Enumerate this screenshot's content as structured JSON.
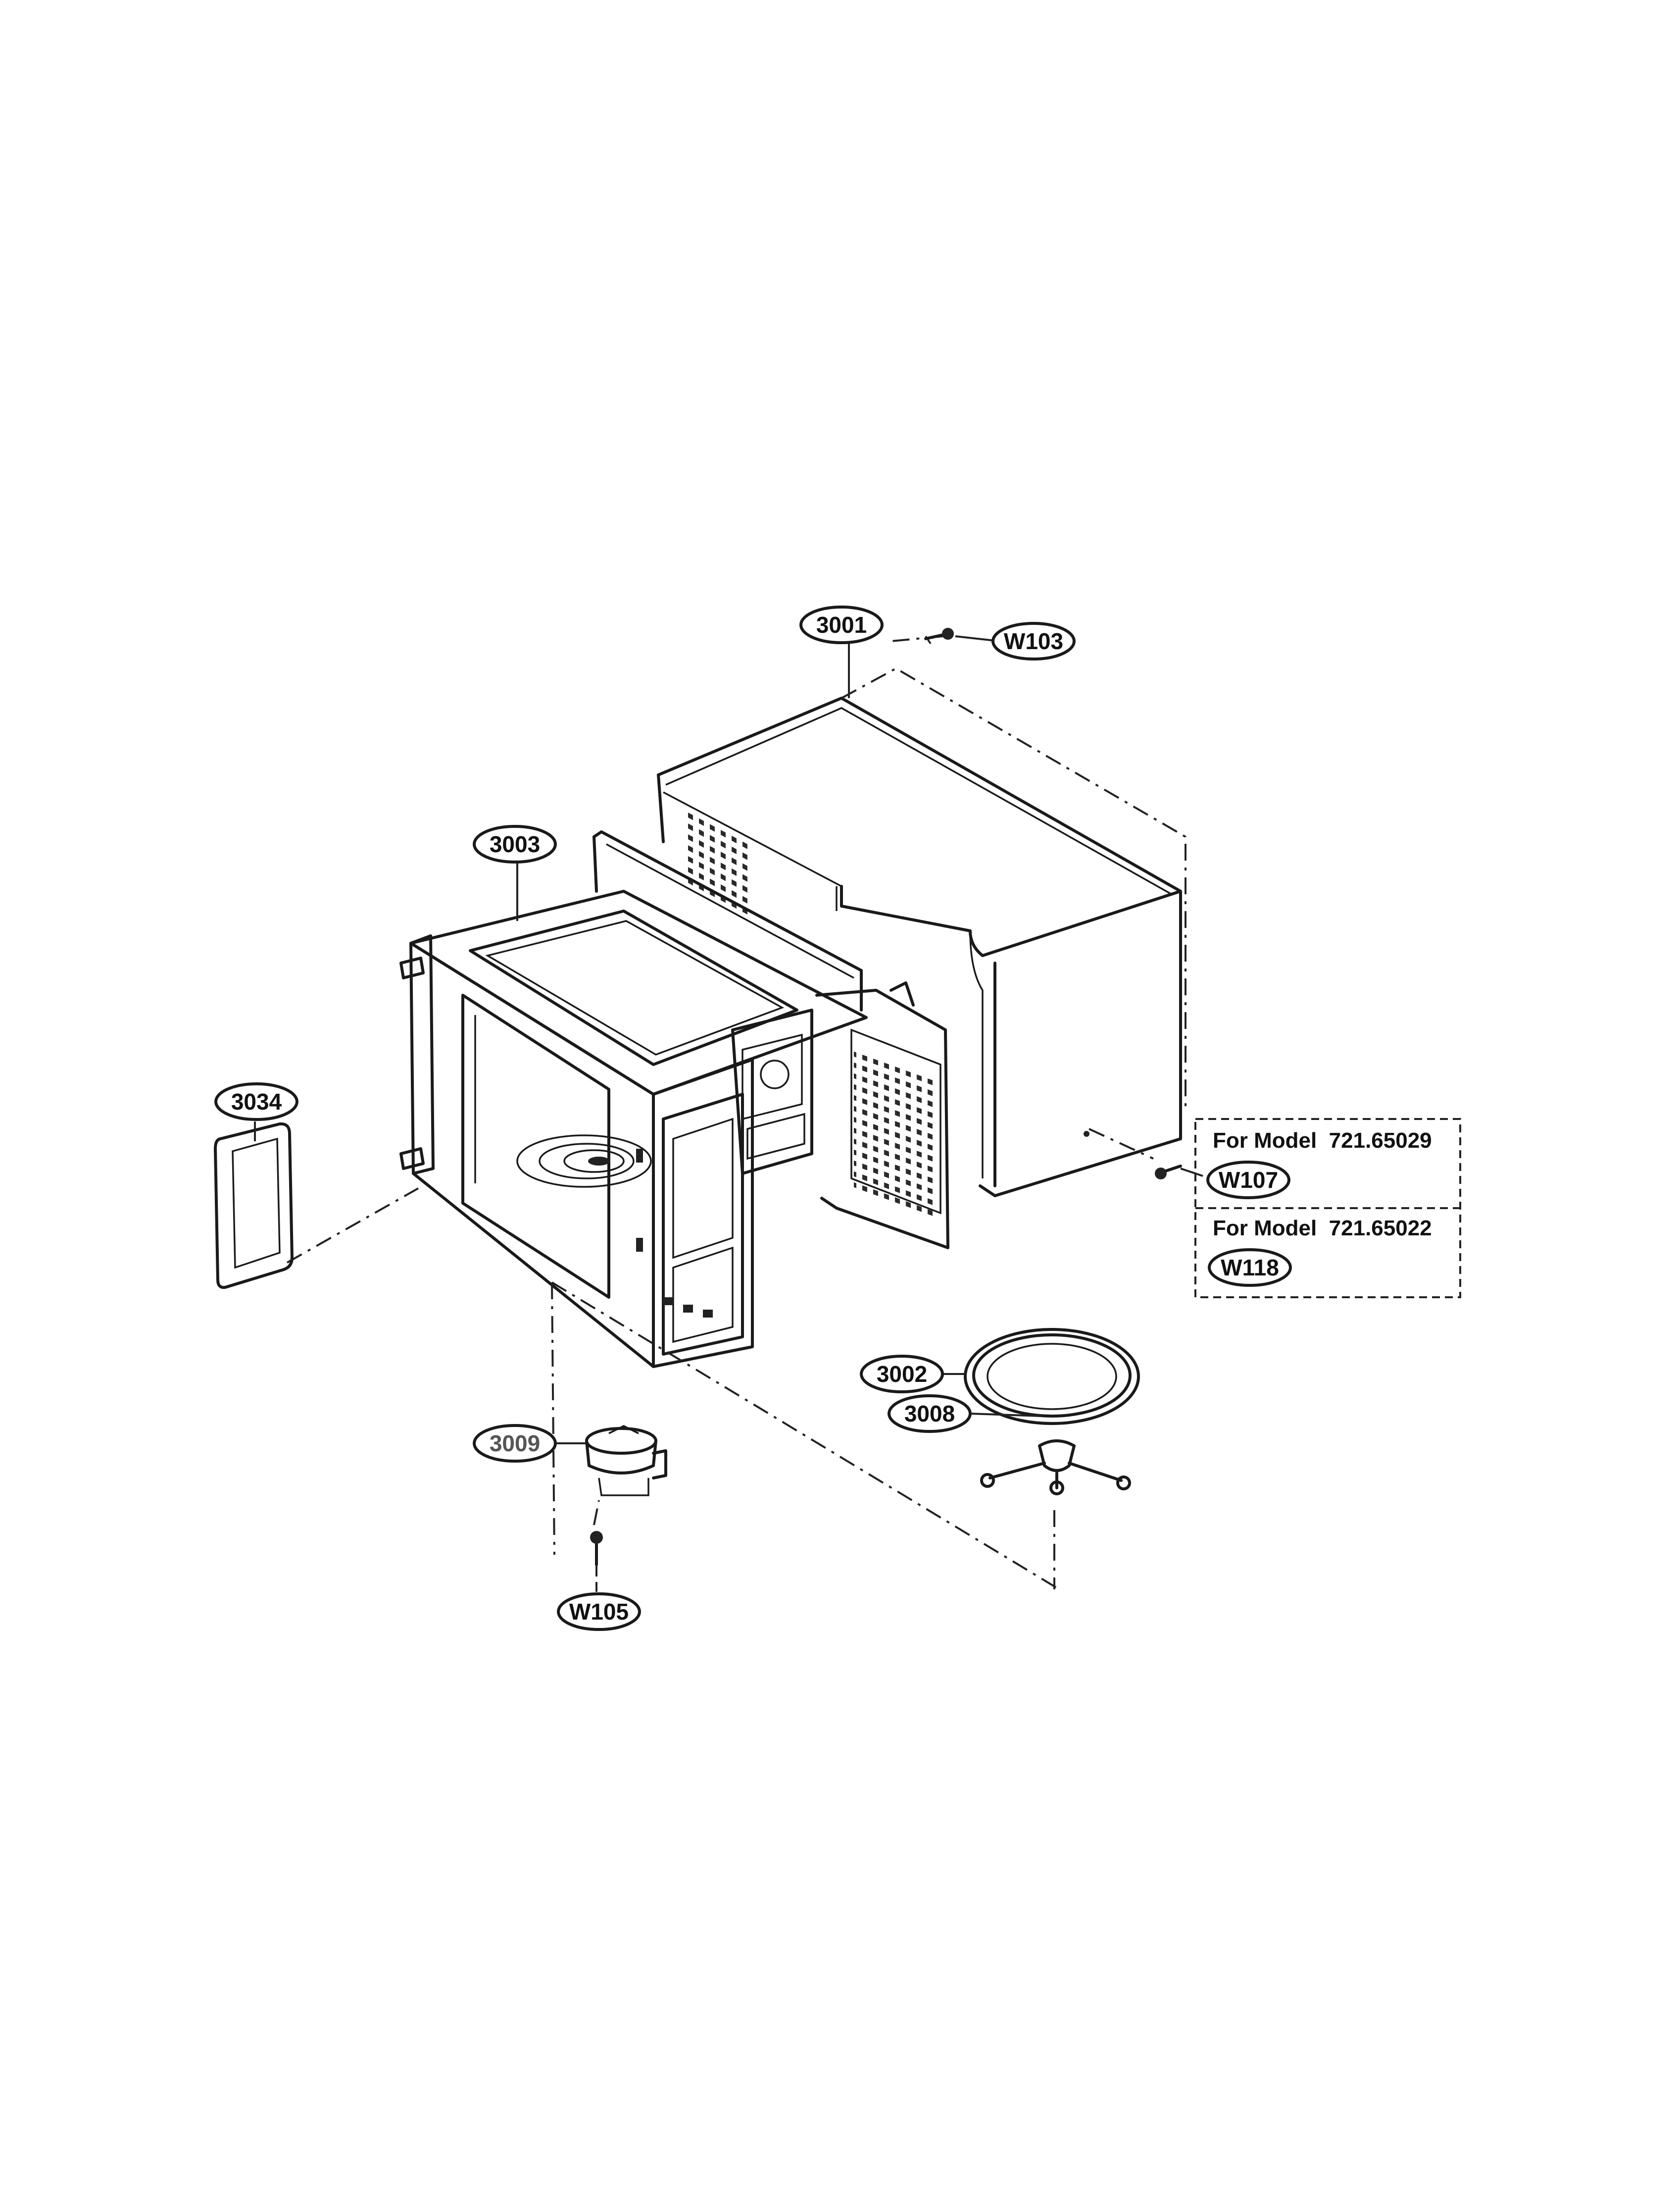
{
  "callouts": {
    "outer_case": "3001",
    "cavity": "3003",
    "cover": "3034",
    "motor": "3009",
    "tray": "3002",
    "roller": "3008",
    "screw_top": "W103",
    "screw_rear": "W107",
    "screw_bottom": "W105",
    "screw_alt": "W118"
  },
  "model_notes": [
    {
      "text": "For Model  721.65029"
    },
    {
      "text": "For Model  721.65022"
    }
  ]
}
